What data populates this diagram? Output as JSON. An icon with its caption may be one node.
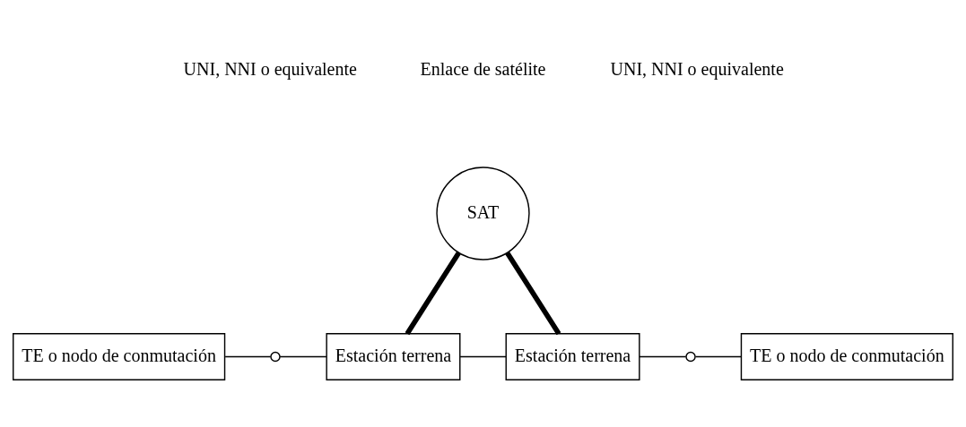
{
  "diagram": {
    "nodes": [
      {
        "text": [
          "SAT"
        ]
      },
      {
        "text": [
          "TE o nodo de conmutación"
        ]
      },
      {
        "text": [],
        "shape": "circle"
      },
      {
        "text": [
          "Estación terrena"
        ]
      },
      {
        "text": [
          "Estación terrena"
        ]
      },
      {
        "text": [],
        "shape": "circle"
      },
      {
        "text": [
          "TE o nodo de conmutación"
        ]
      }
    ],
    "edges": [
      {
        "from": 1,
        "to": 2,
        "arrow": "none"
      },
      {
        "from": 2,
        "to": 3,
        "arrow": "none"
      },
      {
        "from": 3,
        "to": 4,
        "arrow": "none"
      },
      {
        "from": 4,
        "to": 5,
        "arrow": "none"
      },
      {
        "from": 5,
        "to": 6,
        "arrow": "none"
      },
      {
        "from": 3,
        "to": 0,
        "arrow": "none",
        "style": "thick"
      },
      {
        "from": 0,
        "to": 4,
        "arrow": "none",
        "style": "thick"
      }
    ],
    "labels": [
      "UNI, NNI o equivalente",
      "Enlace de satélite",
      "UNI, NNI o equivalente"
    ]
  }
}
